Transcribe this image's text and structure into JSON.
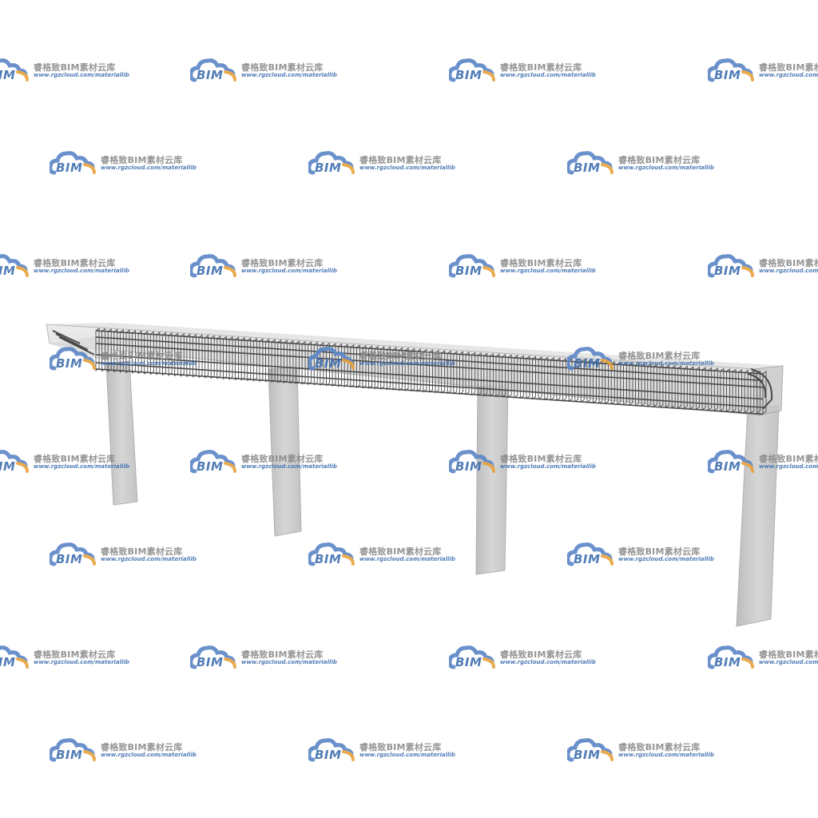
{
  "watermark": {
    "logo_text": "BIM",
    "brand": "睿格致BIM素材云库",
    "url": "www.rgzcloud.com/materiallib",
    "colors": {
      "cloud_blue": "#5b86c7",
      "cloud_orange": "#e8a23c",
      "text_gray": "#8a8a8a",
      "url_blue": "#3f6fb0"
    }
  },
  "model": {
    "icon": "rebar-cage-beam-on-columns",
    "colors": {
      "concrete": "#c9c9c9",
      "concrete_edge": "#9e9e9e",
      "rebar": "#4a4a4a"
    }
  }
}
